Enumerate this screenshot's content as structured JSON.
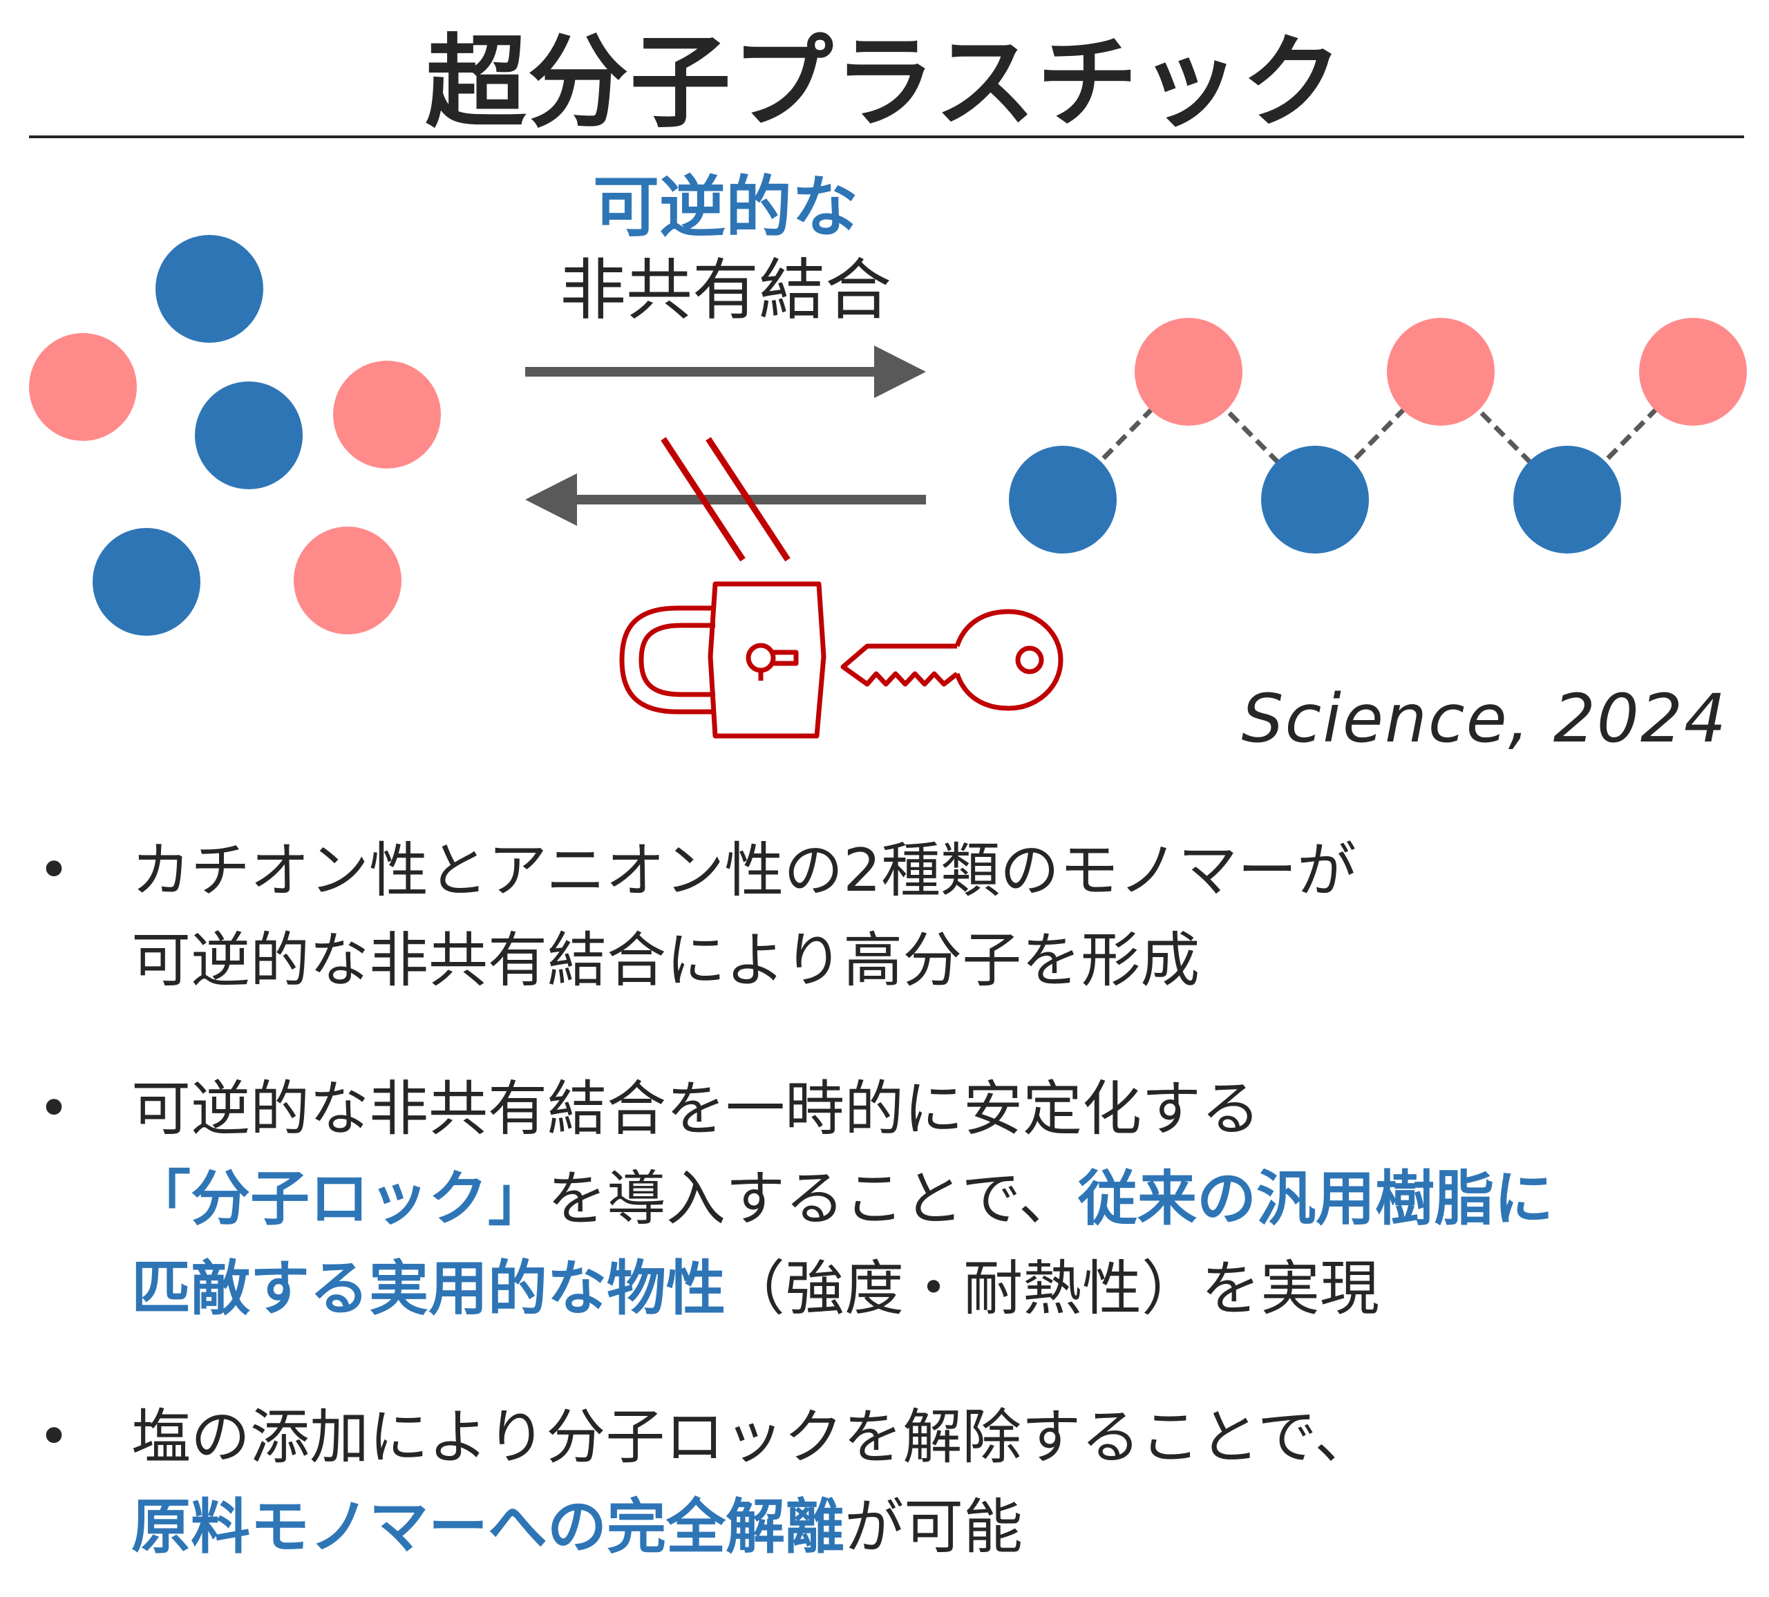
{
  "title": "超分子プラスチック",
  "diagram": {
    "arrow_label_highlight": "可逆的な",
    "arrow_label": "非共有結合",
    "citation": "Science, 2024",
    "colors": {
      "cation_pink": "#ff8a8a",
      "anion_blue": "#2e75b6",
      "arrow_gray": "#595959",
      "lock_red": "#c00000"
    }
  },
  "bullets": [
    {
      "lines": [
        [
          {
            "text": "カチオン性とアニオン性の2種類のモノマーが"
          }
        ],
        [
          {
            "text": "可逆的な非共有結合により高分子を形成"
          }
        ]
      ]
    },
    {
      "lines": [
        [
          {
            "text": "可逆的な非共有結合を一時的に安定化する"
          }
        ],
        [
          {
            "text": "「分子ロック」",
            "hl": true
          },
          {
            "text": "を導入することで、"
          },
          {
            "text": "従来の汎用樹脂に",
            "hl": true
          }
        ],
        [
          {
            "text": "匹敵する実用的な物性",
            "hl": true
          },
          {
            "text": "（強度・耐熱性）を実現"
          }
        ]
      ]
    },
    {
      "lines": [
        [
          {
            "text": "塩の添加により分子ロックを解除することで、"
          }
        ],
        [
          {
            "text": "原料モノマーへの完全解離",
            "hl": true
          },
          {
            "text": "が可能"
          }
        ]
      ]
    }
  ]
}
